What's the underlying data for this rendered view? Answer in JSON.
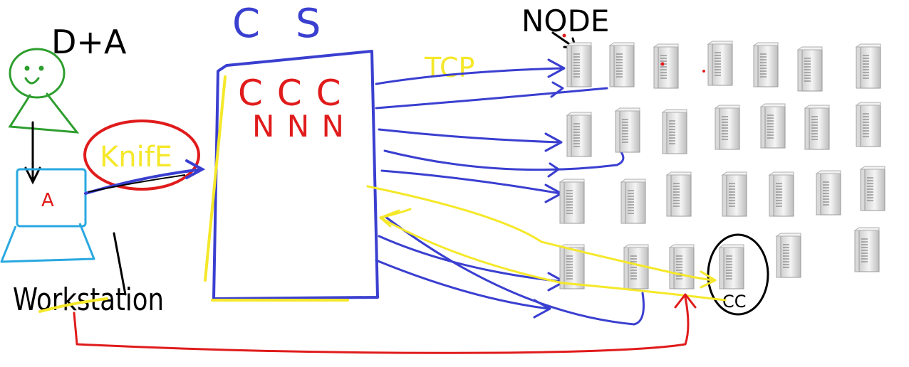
{
  "labels": {
    "user": "D+A",
    "knife": "KnifE",
    "laptop_mark": "A",
    "workstation": "Workstation",
    "server_title": "C S",
    "server_line1": "C C C",
    "server_line2": "N N N",
    "protocol": "TCP",
    "node": "NODE",
    "node_tag": "CC"
  },
  "icons": {
    "person": "stick-figure-icon",
    "laptop": "laptop-icon",
    "server": "server-tower-icon"
  },
  "colors": {
    "background": "#ffffff",
    "blue": "#3a3fd0",
    "yellow": "#f5e82a",
    "red": "#e01b1b",
    "green": "#2e9e2e",
    "cyan": "#29a8e0",
    "black": "#000000"
  }
}
